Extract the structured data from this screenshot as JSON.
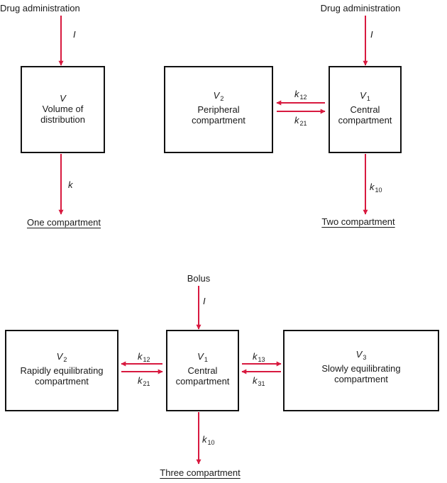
{
  "diagram": {
    "one_compartment": {
      "top_label": "Drug administration",
      "input_rate": "I",
      "box": {
        "symbol": "V",
        "lines": [
          "Volume of",
          "distribution"
        ]
      },
      "elimination": {
        "k": "k",
        "sub": ""
      },
      "caption": "One compartment"
    },
    "two_compartment": {
      "top_label": "Drug administration",
      "input_rate": "I",
      "peripheral": {
        "symbol": "V",
        "sub": "2",
        "lines": [
          "Peripheral",
          "compartment"
        ]
      },
      "central": {
        "symbol": "V",
        "sub": "1",
        "lines": [
          "Central",
          "compartment"
        ]
      },
      "k_out": {
        "k": "k",
        "sub": "12"
      },
      "k_in": {
        "k": "k",
        "sub": "21"
      },
      "elimination": {
        "k": "k",
        "sub": "10"
      },
      "caption": "Two compartment"
    },
    "three_compartment": {
      "top_label": "Bolus",
      "input_rate": "I",
      "rapid": {
        "symbol": "V",
        "sub": "2",
        "lines": [
          "Rapidly equilibrating",
          "compartment"
        ]
      },
      "central": {
        "symbol": "V",
        "sub": "1",
        "lines": [
          "Central",
          "compartment"
        ]
      },
      "slow": {
        "symbol": "V",
        "sub": "3",
        "lines": [
          "Slowly equilibrating",
          "compartment"
        ]
      },
      "k12": {
        "k": "k",
        "sub": "12"
      },
      "k21": {
        "k": "k",
        "sub": "21"
      },
      "k13": {
        "k": "k",
        "sub": "13"
      },
      "k31": {
        "k": "k",
        "sub": "31"
      },
      "elimination": {
        "k": "k",
        "sub": "10"
      },
      "caption": "Three compartment"
    }
  },
  "colors": {
    "arrow": "#d8193f",
    "box": "#111111"
  }
}
